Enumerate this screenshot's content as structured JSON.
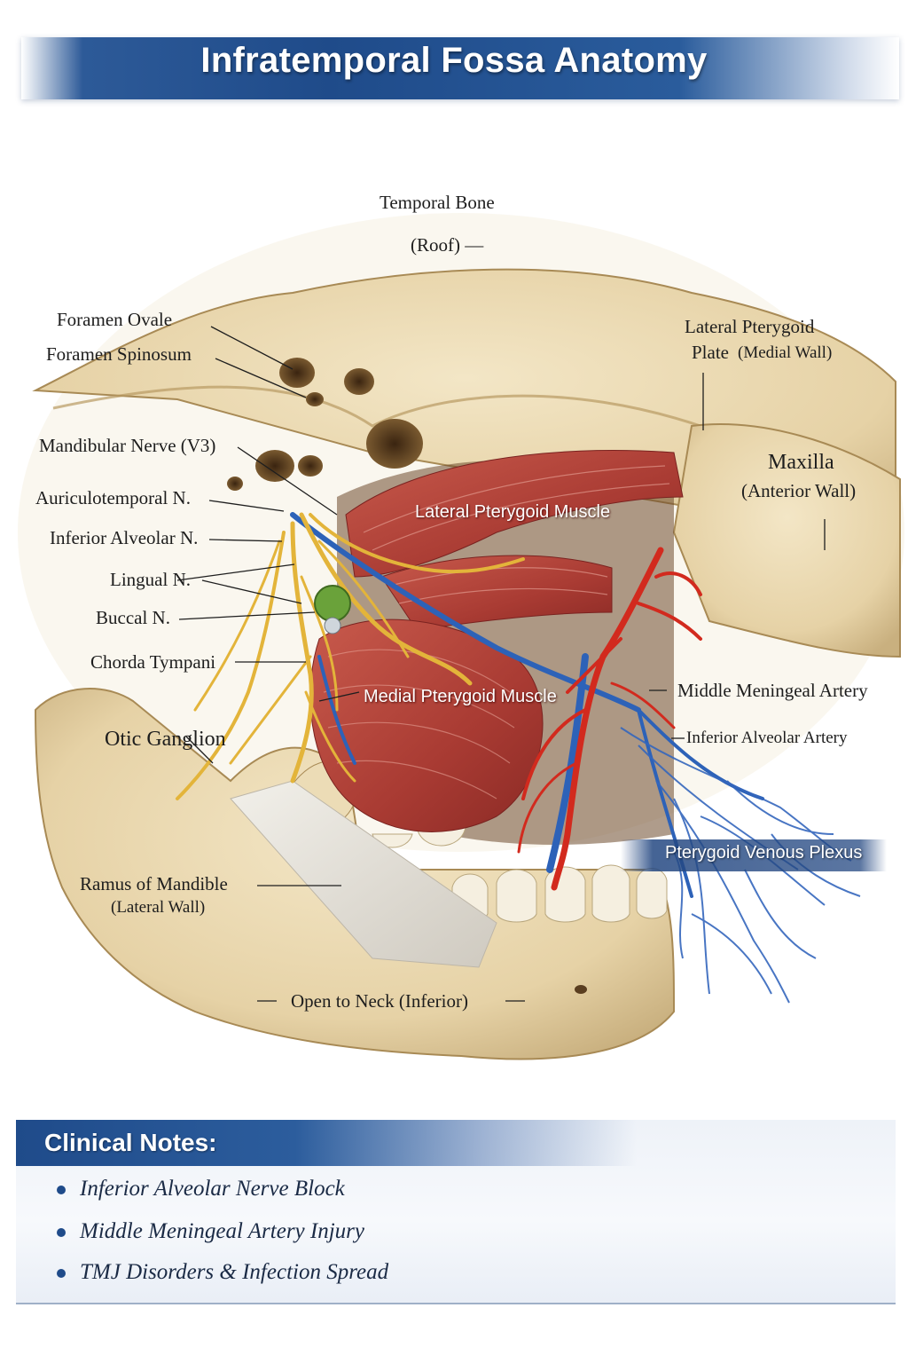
{
  "title": "Infratemporal Fossa Anatomy",
  "labels": {
    "temporal_bone": "Temporal Bone",
    "roof": "(Roof) —",
    "foramen_ovale": "Foramen Ovale",
    "foramen_spinosum": "Foramen Spinosum",
    "lateral_pterygoid_plate": "Lateral Pterygoid",
    "lateral_pterygoid_plate_2": "Plate",
    "lateral_pterygoid_plate_3": "(Medial Wall)",
    "maxilla": "Maxilla",
    "maxilla_sub": "(Anterior Wall)",
    "mandibular_nerve": "Mandibular Nerve (V3)",
    "auriculotemporal": "Auriculotemporal N.",
    "inferior_alveolar_n": "Inferior Alveolar N.",
    "lingual_n": "Lingual N.",
    "buccal_n": "Buccal N.",
    "chorda_tympani": "Chorda Tympani",
    "otic_ganglion": "Otic Ganglion",
    "lateral_pterygoid_muscle": "Lateral Pterygoid Muscle",
    "medial_pterygoid_muscle": "Medial Pterygoid Muscle",
    "middle_meningeal_artery": "Middle Meningeal Artery",
    "inferior_alveolar_artery": "Inferior Alveolar Artery",
    "pterygoid_venous_plexus": "Pterygoid Venous Plexus",
    "ramus": "Ramus of Mandible",
    "ramus_sub": "(Lateral Wall)",
    "open_to_neck": "Open to Neck (Inferior)"
  },
  "clinical_notes": {
    "heading": "Clinical Notes:",
    "items": [
      "Inferior Alveolar Nerve Block",
      "Middle Meningeal Artery Injury",
      "TMJ Disorders & Infection Spread"
    ]
  },
  "colors": {
    "banner": "#1f4b8a",
    "bone": "#e8d6ae",
    "muscle": "#b8433a",
    "nerve": "#e3b43a",
    "artery": "#d22a1e",
    "vein": "#2d62b8",
    "ganglion": "#6aa23a"
  }
}
